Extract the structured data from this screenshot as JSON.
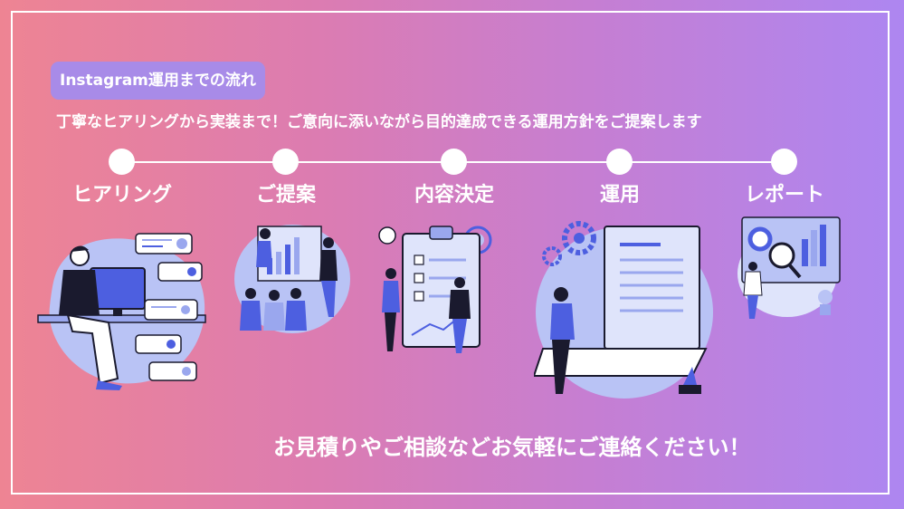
{
  "badge_text": "Instagram運用までの流れ",
  "subtitle": "丁寧なヒアリングから実装まで！ご意向に添いながら目的達成できる運用方針をご提案します",
  "steps": [
    {
      "label": "ヒアリング",
      "illustration": "hearing-illustration"
    },
    {
      "label": "ご提案",
      "illustration": "proposal-illustration"
    },
    {
      "label": "内容決定",
      "illustration": "decision-illustration"
    },
    {
      "label": "運用",
      "illustration": "operation-illustration"
    },
    {
      "label": "レポート",
      "illustration": "report-illustration"
    }
  ],
  "cta": "お見積りやご相談などお気軽にご連絡ください！",
  "colors": {
    "gradient_start": "#ee8493",
    "gradient_end": "#ad86f1",
    "badge": "#a88be8",
    "illustration_fill": "#b9c3f5",
    "illustration_accent": "#4d5fe0",
    "illustration_dark": "#1a1a2e"
  }
}
